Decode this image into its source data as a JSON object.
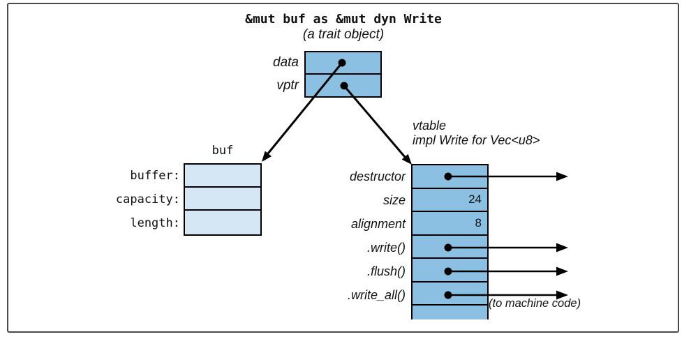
{
  "figure": {
    "title": "&mut buf as &mut dyn Write",
    "subtitle": "(a trait object)"
  },
  "trait_object": {
    "fields": [
      {
        "label": "data"
      },
      {
        "label": "vptr"
      }
    ]
  },
  "buf_struct": {
    "title": "buf",
    "fields": [
      {
        "label": "buffer:"
      },
      {
        "label": "capacity:"
      },
      {
        "label": "length:"
      }
    ]
  },
  "vtable": {
    "heading_line1": "vtable",
    "heading_line2": "impl Write for Vec<u8>",
    "rows": [
      {
        "label": "destructor",
        "value": ""
      },
      {
        "label": "size",
        "value": "24"
      },
      {
        "label": "alignment",
        "value": "8"
      },
      {
        "label": ".write()",
        "value": ""
      },
      {
        "label": ".flush()",
        "value": ""
      },
      {
        "label": ".write_all()",
        "value": ""
      }
    ],
    "note": "(to machine code)"
  },
  "colors": {
    "cell_blue": "#8cc0e2",
    "cell_light_blue": "#d5e7f4",
    "line_black": "#000000",
    "frame_gray": "#4a4a4a"
  }
}
